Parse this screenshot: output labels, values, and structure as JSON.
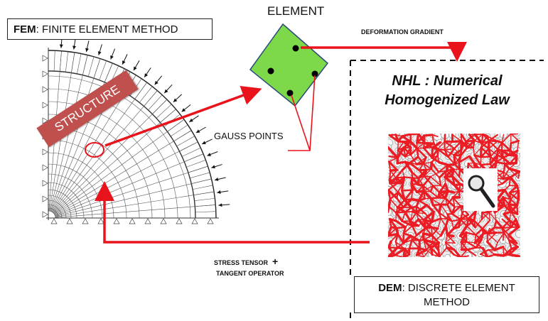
{
  "fem": {
    "prefix": "FEM",
    "title": ": FINITE ELEMENT METHOD"
  },
  "element": {
    "title": "ELEMENT"
  },
  "structure": {
    "label": "STRUCTURE"
  },
  "deformation": {
    "label": "DEFORMATION GRADIENT"
  },
  "gauss": {
    "label": "GAUSS POINTS"
  },
  "nhl": {
    "line1": "NHL : Numerical",
    "line2": "Homogenized Law"
  },
  "feedback": {
    "line1": "STRESS TENSOR",
    "plus": "+",
    "line2": "TANGENT OPERATOR"
  },
  "dem": {
    "prefix": "DEM",
    "title": ": DISCRETE ELEMENT",
    "line2": "METHOD"
  },
  "icons": [
    "magnifier-icon"
  ],
  "colors": {
    "arrow": "#e8131b",
    "element_fill": "#7ed94a",
    "structure_tag": "#c0504d",
    "network": "#ec1c24",
    "mesh": "#555555"
  }
}
